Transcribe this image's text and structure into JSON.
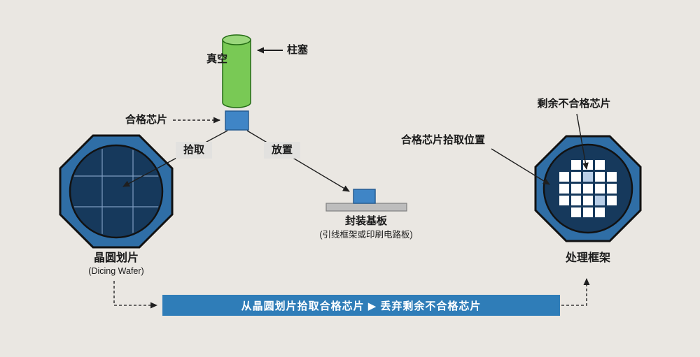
{
  "diagram": {
    "vacuum_label": "真空",
    "plunger_label": "柱塞",
    "qualified_chip_label": "合格芯片",
    "pick_label": "拾取",
    "place_label": "放置",
    "substrate": {
      "title": "封装基板",
      "subtitle": "(引线框架或印刷电路板)"
    },
    "dicing_wafer": {
      "title": "晶圆划片",
      "subtitle": "(Dicing Wafer)"
    },
    "handling_frame": {
      "title": "处理框架",
      "remaining_bad_label": "剩余不合格芯片",
      "pick_position_label": "合格芯片拾取位置",
      "grid": [
        "01110",
        "11211",
        "11111",
        "11121",
        "01110"
      ],
      "cell_colors": {
        "good": "#ffffff",
        "faded": "#b9cfe8"
      }
    },
    "banner_text": "从晶圆划片拾取合格芯片 ▶ 丢弃剩余不合格芯片"
  },
  "colors": {
    "background": "#eae7e2",
    "octagon_blue": "#2f6ea6",
    "wafer_navy": "#16395c",
    "wafer_gridline": "#7d9cc0",
    "cylinder_green": "#79c955",
    "cylinder_top_green": "#9ad77c",
    "chip_blue": "#3f85c6",
    "substrate_gray": "#bdbdbd",
    "banner_blue": "#2f7db8",
    "label_box_gray": "#e2e1df"
  }
}
